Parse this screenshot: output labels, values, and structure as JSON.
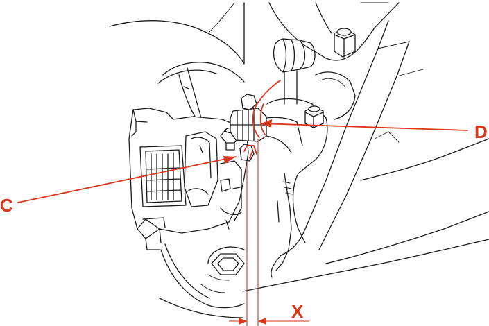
{
  "labels": {
    "c": "C",
    "d": "D",
    "x": "X"
  },
  "colors": {
    "accent": "#d9361a",
    "line": "#1a1a1a",
    "background": "#ffffff"
  }
}
